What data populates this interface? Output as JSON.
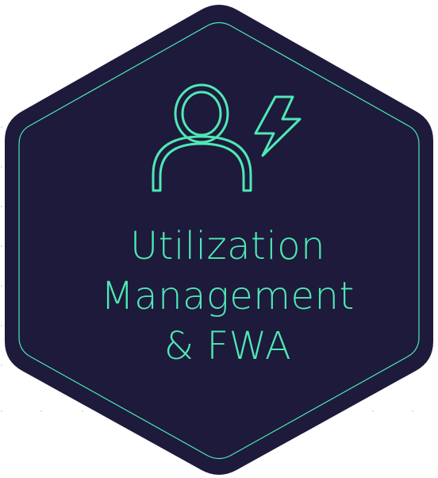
{
  "badge": {
    "title_lines": [
      "Utilization",
      "Management",
      "& FWA"
    ],
    "icon": "user-lightning-icon",
    "colors": {
      "background": "#1d1a3c",
      "accent": "#4fe8b3",
      "page": "#ffffff"
    }
  }
}
